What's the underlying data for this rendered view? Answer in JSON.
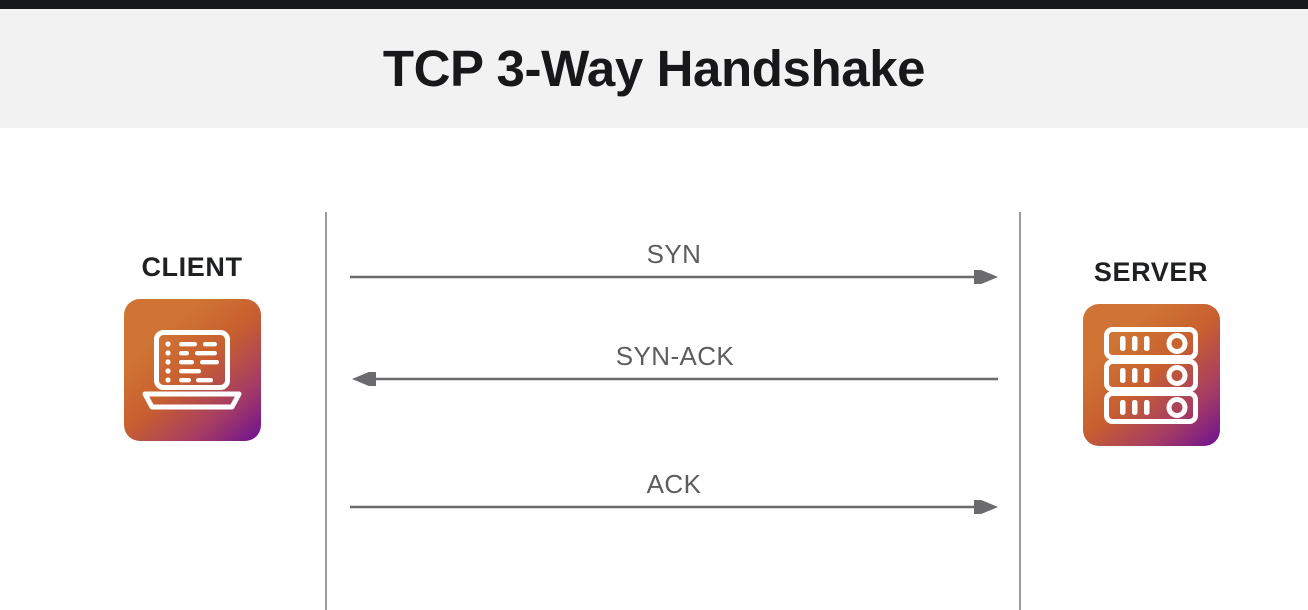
{
  "window": {
    "top_strip_color": "#17181a",
    "header_background": "#f2f2f2",
    "canvas_background": "#ffffff"
  },
  "header": {
    "title": "TCP 3-Way Handshake"
  },
  "diagram": {
    "type": "sequence-diagram",
    "line_color": "#5d5d60",
    "lifeline_color": "#9a9a9a",
    "label_color": "#5d5d60",
    "accent_gradient_from": "#cf7434",
    "accent_gradient_to": "#6e1192",
    "actors": [
      {
        "id": "client",
        "label": "CLIENT",
        "icon": "laptop-code-icon"
      },
      {
        "id": "server",
        "label": "SERVER",
        "icon": "server-rack-icon"
      }
    ],
    "messages": [
      {
        "id": "syn",
        "label": "SYN",
        "direction": "right",
        "from": "client",
        "to": "server",
        "step": 1
      },
      {
        "id": "syn-ack",
        "label": "SYN-ACK",
        "direction": "left",
        "from": "server",
        "to": "client",
        "step": 2
      },
      {
        "id": "ack",
        "label": "ACK",
        "direction": "right",
        "from": "client",
        "to": "server",
        "step": 3
      }
    ]
  }
}
